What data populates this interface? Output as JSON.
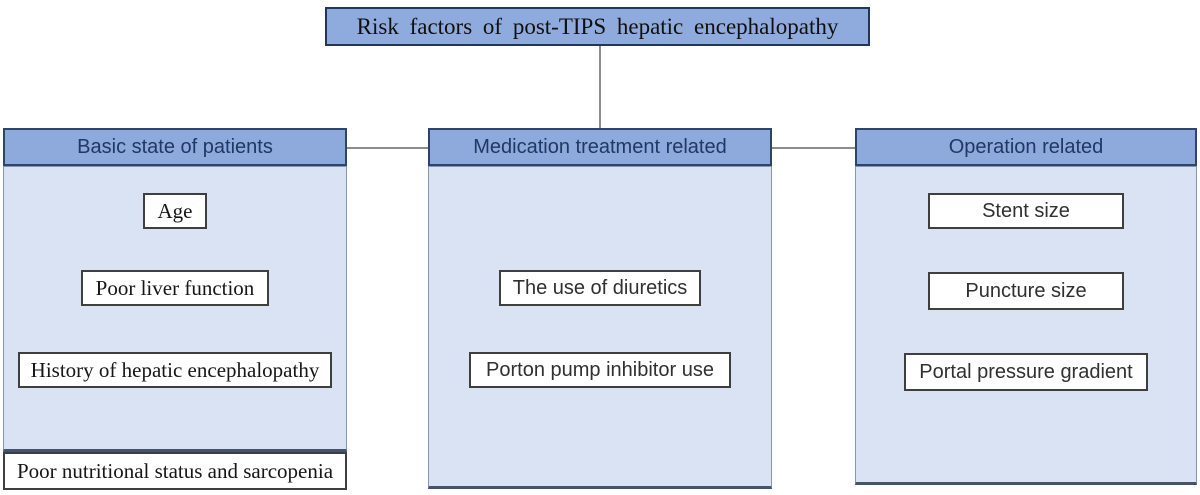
{
  "title": "Risk factors of post-TIPS hepatic encephalopathy",
  "colors": {
    "header_fill": "#8EA9DC",
    "title_fill": "#8FAADC",
    "body_fill": "#DAE3F3",
    "header_text": "#1F3864",
    "header_border": "#2E4468",
    "body_border": "#8496B0",
    "body_bottom_edge": "#44546A",
    "item_border": "#3F3F3F",
    "connector": "#8C8C8C"
  },
  "columns": [
    {
      "header": "Basic state of patients",
      "items": [
        "Age",
        "Poor liver function",
        "History of hepatic encephalopathy",
        "Poor nutritional status and sarcopenia"
      ]
    },
    {
      "header": "Medication treatment related",
      "items": [
        "The use of diuretics",
        "Porton pump inhibitor use"
      ]
    },
    {
      "header": "Operation related",
      "items": [
        "Stent size",
        "Puncture size",
        "Portal pressure gradient"
      ]
    }
  ]
}
